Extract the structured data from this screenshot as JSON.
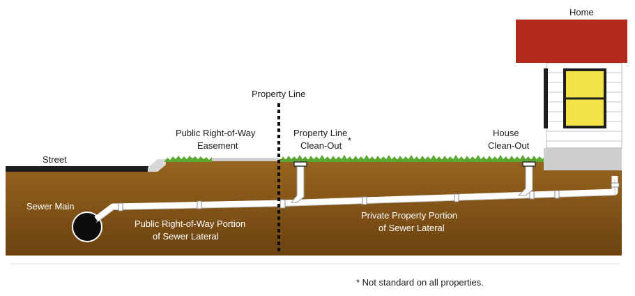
{
  "labels": {
    "home": "Home",
    "property_line": "Property Line",
    "row_easement": [
      "Public Right-of-Way",
      "Easement"
    ],
    "pl_cleanout": [
      "Property Line",
      "Clean-Out"
    ],
    "pl_cleanout_mark": "*",
    "house_cleanout": [
      "House",
      "Clean-Out"
    ],
    "street": "Street",
    "sewer_main": "Sewer Main",
    "public_portion": [
      "Public Right-of-Way Portion",
      "of Sewer Lateral"
    ],
    "private_portion": [
      "Private Property Portion",
      "of Sewer Lateral"
    ]
  },
  "footnote": "* Not standard on all properties.",
  "colors": {
    "soil": "#8a5a1a",
    "soil_dark": "#6e4510",
    "grass": "#5aa832",
    "street": "#1e1e1e",
    "curb": "#d8d8d8",
    "pipe": "#ffffff",
    "roof": "#b5281c",
    "window": "#f3e24a",
    "foundation": "#cfcfcf"
  }
}
